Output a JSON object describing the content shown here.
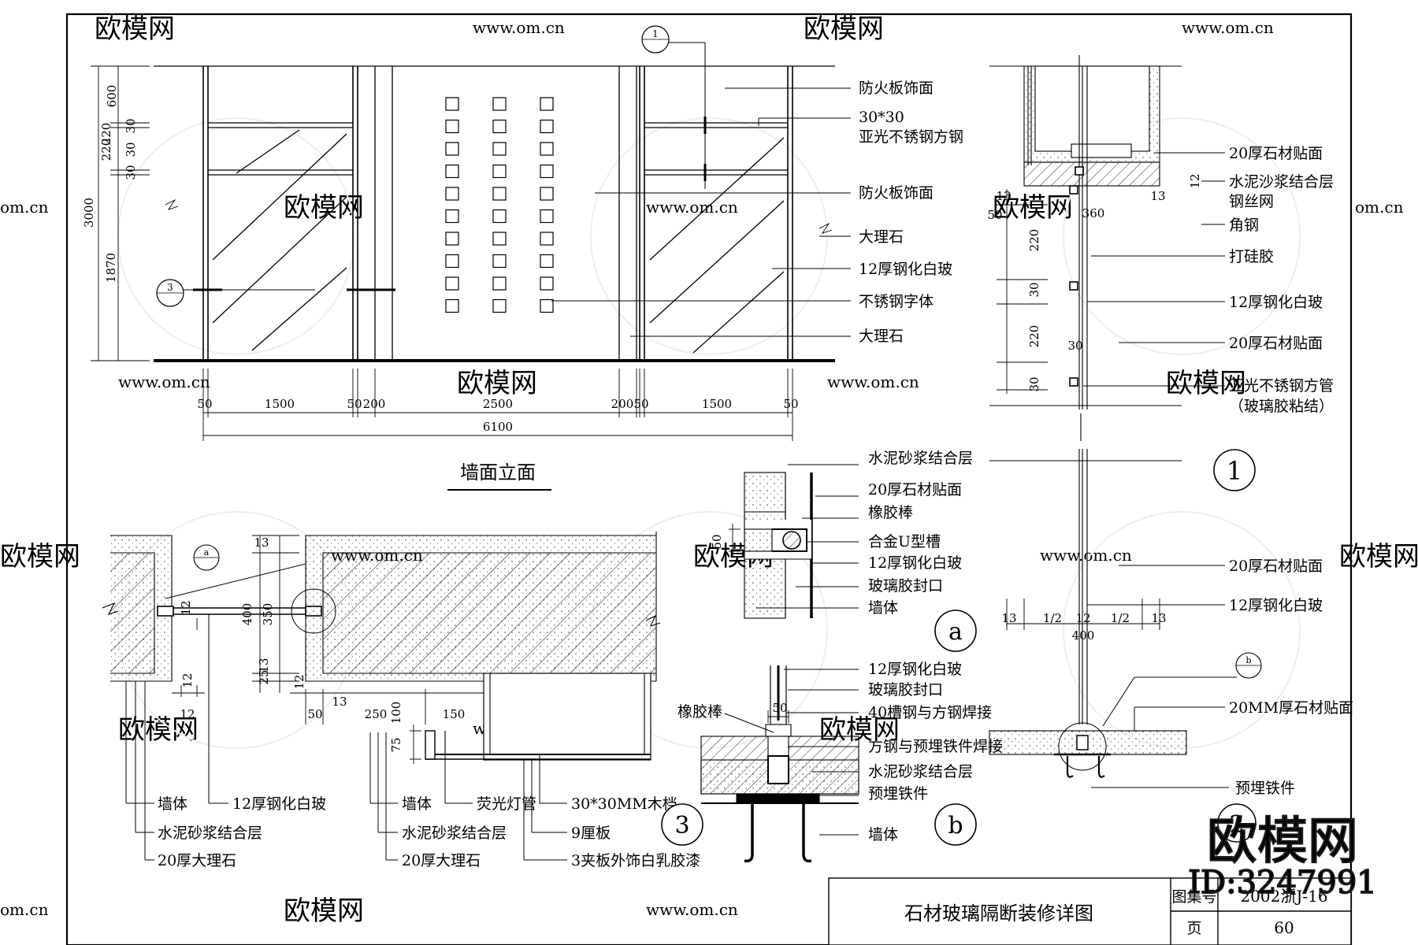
{
  "elevation": {
    "title": "墙面立面",
    "labels": [
      "防火板饰面",
      "30*30",
      "亚光不锈钢方钢",
      "防火板饰面",
      "大理石",
      "12厚钢化白玻",
      "不锈钢字体",
      "大理石"
    ],
    "left_dims": [
      "600",
      "220",
      "220",
      "30",
      "30",
      "30",
      "3000",
      "1870"
    ],
    "bottom_dims": [
      "50",
      "1500",
      "50",
      "200",
      "2500",
      "200",
      "50",
      "1500",
      "50"
    ],
    "total": "6100",
    "callout_1": "1",
    "callout_3": "3"
  },
  "section_1": {
    "labels": [
      "20厚石材贴面",
      "水泥沙浆结合层",
      "钢丝网",
      "角钢",
      "打硅胶",
      "12厚钢化白玻",
      "20厚石材贴面",
      "亚光不锈钢方管",
      "（玻璃胶粘结）",
      "20厚石材贴面",
      "12厚钢化白玻",
      "20MM厚石材贴面",
      "预埋铁件"
    ],
    "dims": [
      "13",
      "50",
      "360",
      "12",
      "13",
      "220",
      "30",
      "220",
      "30",
      "30",
      "13",
      "1/2",
      "12",
      "1/2",
      "13",
      "400"
    ],
    "marker": "1",
    "marker_b": "b",
    "marker_2": "2"
  },
  "detail_a": {
    "labels": [
      "水泥砂浆结合层",
      "20厚石材贴面",
      "橡胶棒",
      "合金U型槽",
      "12厚钢化白玻",
      "玻璃胶封口",
      "墙体"
    ],
    "dim": "50",
    "marker": "a"
  },
  "detail_b": {
    "labels": [
      "12厚钢化白玻",
      "玻璃胶封口",
      "40槽钢与方钢焊接",
      "方钢与预埋铁件焊接",
      "水泥砂浆结合层",
      "预埋铁件",
      "墙体"
    ],
    "left_label": "橡胶棒",
    "dim": "50",
    "marker": "b"
  },
  "section_3": {
    "labels_left": [
      "墙体",
      "水泥砂浆结合层",
      "20厚大理石",
      "12厚钢化白玻"
    ],
    "labels_mid": [
      "墙体",
      "水泥砂浆结合层",
      "20厚大理石",
      "荧光灯管",
      "30*30MM木档",
      "9厘板",
      "3夹板外饰白乳胶漆"
    ],
    "dims": [
      "13",
      "12",
      "400",
      "350",
      "25",
      "13",
      "12",
      "12",
      "50",
      "13",
      "250",
      "100",
      "150",
      "75",
      "12"
    ],
    "marker_a": "a",
    "marker": "3"
  },
  "title_block": {
    "drawing_title": "石材玻璃隔断装修详图",
    "atlas_label": "图集号",
    "atlas_value": "2002浙J-16",
    "page_label": "页",
    "page_value": "60"
  },
  "watermark": {
    "brand": "欧模网",
    "url": "www.om.cn",
    "url_short": "om.cn",
    "id": "ID:3247991"
  },
  "colors": {
    "line": "#000000",
    "watermark": "#d9d9d9",
    "fill": "#ffffff"
  }
}
